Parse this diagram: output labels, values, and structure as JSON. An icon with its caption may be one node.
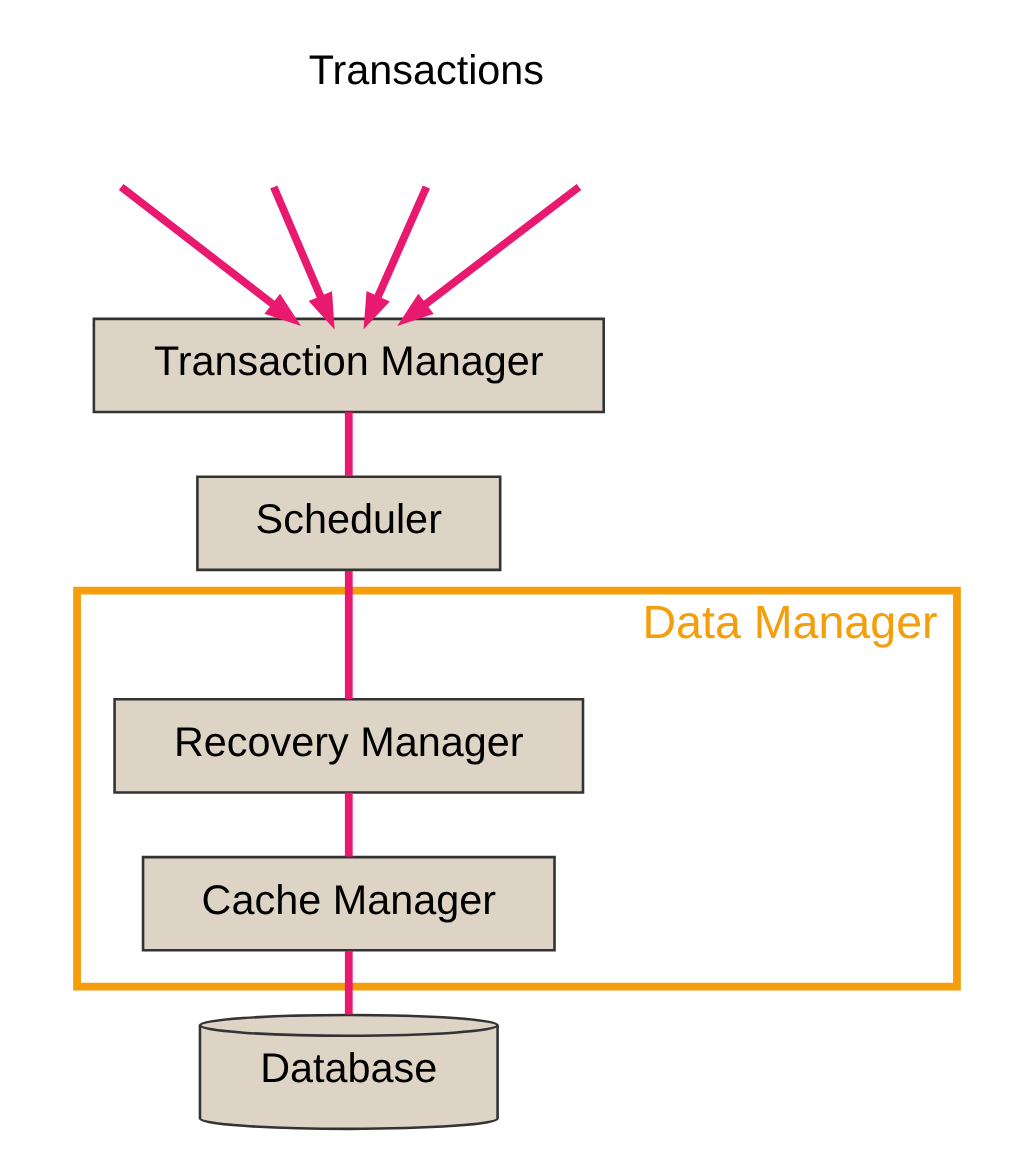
{
  "diagram": {
    "nodes": [
      {
        "text": [
          "Transaction Manager"
        ]
      },
      {
        "text": [
          "Scheduler"
        ]
      },
      {
        "text": [
          "Data Manager"
        ]
      },
      {
        "text": [
          "Recovery Manager"
        ],
        "in": 2
      },
      {
        "text": [
          "Cache Manager"
        ],
        "in": 2
      },
      {
        "text": [
          "Database"
        ]
      }
    ],
    "edges": [
      {
        "from": null,
        "to": 0,
        "arrow": "to"
      },
      {
        "from": null,
        "to": 0,
        "arrow": "to"
      },
      {
        "from": null,
        "to": 0,
        "arrow": "to"
      },
      {
        "from": null,
        "to": 0,
        "arrow": "to"
      },
      {
        "from": 0,
        "to": 1,
        "arrow": "none"
      },
      {
        "from": 1,
        "to": 3,
        "arrow": "none"
      },
      {
        "from": 3,
        "to": 4,
        "arrow": "none"
      },
      {
        "from": 4,
        "to": 5,
        "arrow": "none"
      }
    ],
    "labels": [
      "Transactions"
    ]
  }
}
